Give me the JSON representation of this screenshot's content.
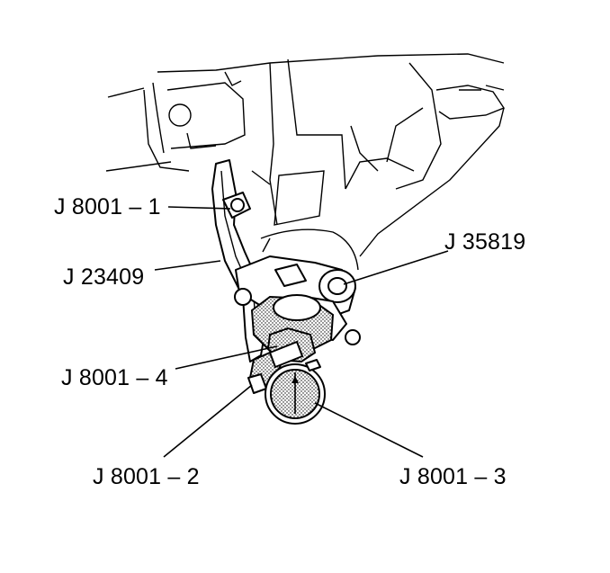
{
  "callouts": {
    "c1": "J 8001 – 1",
    "c2": "J 23409",
    "c3": "J 35819",
    "c4": "J 8001 – 4",
    "c5": "J 8001 – 2",
    "c6": "J 8001 – 3"
  }
}
